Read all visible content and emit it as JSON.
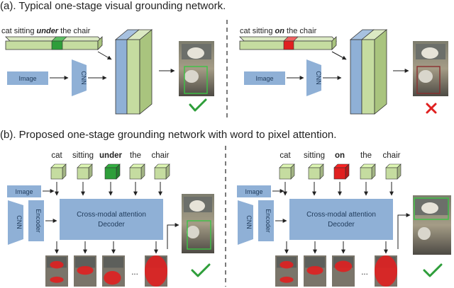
{
  "panel_a": {
    "title": "(a). Typical one-stage visual grounding network.",
    "left": {
      "phrase_prefix": "cat sitting ",
      "phrase_keyword": "under",
      "phrase_suffix": " the chair",
      "image_label": "Image",
      "cnn_label": "CNN",
      "result": "correct",
      "result_color": "#2e9e3a"
    },
    "right": {
      "phrase_prefix": "cat sitting ",
      "phrase_keyword": "on",
      "phrase_suffix": " the chair",
      "image_label": "Image",
      "cnn_label": "CNN",
      "result": "wrong",
      "result_color": "#e02020"
    }
  },
  "panel_b": {
    "title": "(b). Proposed one-stage grounding network with word to pixel attention.",
    "left": {
      "words": [
        "cat",
        "sitting",
        "under",
        "the",
        "chair"
      ],
      "highlight_index": 2,
      "image_label": "Image",
      "cnn_label": "CNN",
      "encoder_label": "Encoder",
      "decoder_line1": "Cross-modal attention",
      "decoder_line2": "Decoder",
      "ellipsis": "..."
    },
    "right": {
      "words": [
        "cat",
        "sitting",
        "on",
        "the",
        "chair"
      ],
      "highlight_index": 2,
      "image_label": "Image",
      "cnn_label": "CNN",
      "encoder_label": "Encoder",
      "decoder_line1": "Cross-modal attention",
      "decoder_line2": "Decoder",
      "ellipsis": "..."
    }
  },
  "colors": {
    "token_green": "#c5dca0",
    "token_highlight_under": "#2e9e3a",
    "token_highlight_on": "#e02020",
    "module_blue": "#8fb0d6",
    "feature_green": "#c5dca0",
    "attention_red": "#e02020",
    "check_green": "#2e9e3a"
  }
}
